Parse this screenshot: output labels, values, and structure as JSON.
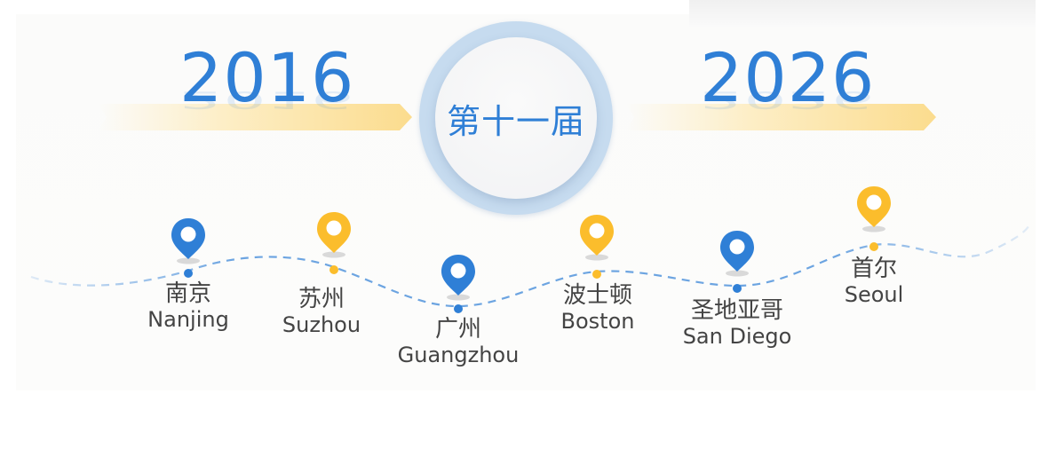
{
  "banner": {
    "start_year": "2016",
    "end_year": "2026",
    "edition": "第十一届"
  },
  "colors": {
    "blue": "#2f7fd6",
    "yellow": "#fbbd2c",
    "ring": "#c6dbef",
    "ribbon": "#fbdc8e",
    "text": "#444444"
  },
  "cities": [
    {
      "cn": "南京",
      "en": "Nanjing",
      "pin_color": "blue"
    },
    {
      "cn": "苏州",
      "en": "Suzhou",
      "pin_color": "yellow"
    },
    {
      "cn": "广州",
      "en": "Guangzhou",
      "pin_color": "blue"
    },
    {
      "cn": "波士顿",
      "en": "Boston",
      "pin_color": "yellow"
    },
    {
      "cn": "圣地亚哥",
      "en": "San Diego",
      "pin_color": "blue"
    },
    {
      "cn": "首尔",
      "en": "Seoul",
      "pin_color": "yellow"
    }
  ]
}
